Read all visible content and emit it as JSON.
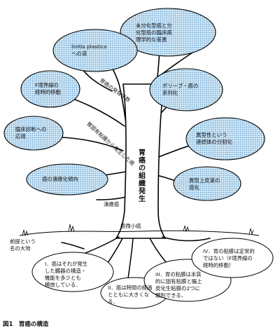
{
  "figure": {
    "caption": "図1　胃癌の構造",
    "trunk_label": "胃癌の組織発生"
  },
  "leaves": [
    {
      "id": "leaf-undifferentiated",
      "text": "未分化型癌と分\n化型癌の臨床病\n理学的な差異"
    },
    {
      "id": "leaf-linitis",
      "text": "linitis plastica\nへの道"
    },
    {
      "id": "leaf-f-boundary",
      "text": "F境界線の\n経時的移動"
    },
    {
      "id": "leaf-polyp",
      "text": "ポリープ・癌の\n系列化"
    },
    {
      "id": "leaf-clinical",
      "text": "臨床診断への\n応用"
    },
    {
      "id": "leaf-atypia",
      "text": "異型性という\n連続体の分割化"
    },
    {
      "id": "leaf-ulceration",
      "text": "癌の潰瘍化傾向"
    },
    {
      "id": "leaf-adenoma",
      "text": "異型上皮巣の\n癌化"
    }
  ],
  "branch_labels": [
    {
      "id": "branch-development",
      "text": "胃癌の発育係数"
    },
    {
      "id": "branch-mucosa-origin",
      "text": "胃固有粘膜から発生した癌"
    },
    {
      "id": "branch-ulcer-cancer",
      "text": "潰瘍癌"
    },
    {
      "id": "branch-minute-cancer",
      "text": "極微小癌"
    }
  ],
  "ground": {
    "label": "前提という\n名の大地"
  },
  "roots": [
    {
      "id": "root-1",
      "text": "I．癌はそれが発生\nした臓器の構造・\n機能を多少とも\n模倣している．"
    },
    {
      "id": "root-2",
      "text": "II．癌は時間の経過\nとともに大きくな\nる．"
    },
    {
      "id": "root-3",
      "text": "III．胃の粘膜は本質\n的に固有粘膜と腸上\n皮化生粘膜の2つに\n類別できる．"
    },
    {
      "id": "root-4",
      "text": "IV．胃の粘膜は定常的\nではない（F境界線の\n経時的移動）"
    }
  ],
  "colors": {
    "leaf_fill": "#b9dcf2",
    "leaf_dot": "#6fa6cf",
    "outline": "#000000",
    "bubble_fill": "#ffffff"
  }
}
